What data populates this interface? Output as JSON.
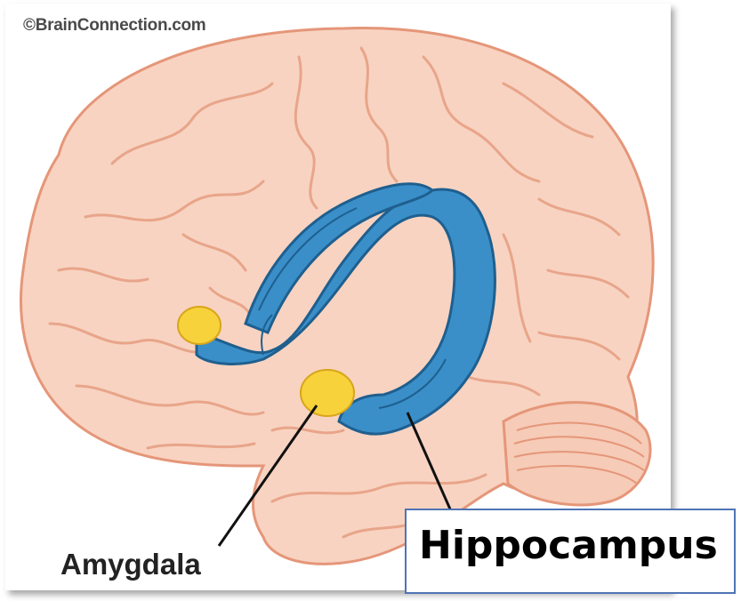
{
  "figure": {
    "copyright": "©BrainConnection.com",
    "labels": {
      "amygdala": "Amygdala",
      "hippocampus": "Hippocampus"
    }
  },
  "colors": {
    "brain_fill": "#f8d3c1",
    "brain_outline": "#e59679",
    "gyri_lines": "#e8a58a",
    "structure_blue": "#3a8fc9",
    "structure_outline": "#1f5f8e",
    "amygdala_yellow": "#f7d23a",
    "label_box_border": "#4f74b5"
  }
}
